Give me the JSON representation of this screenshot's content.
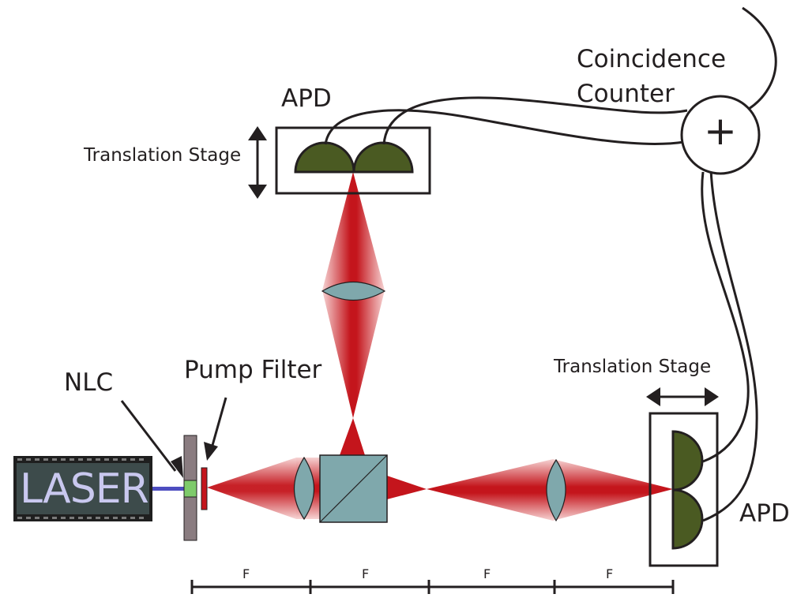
{
  "labels": {
    "coincidence_line1": "Coincidence",
    "coincidence_line2": "Counter",
    "apd_top": "APD",
    "apd_right": "APD",
    "stage_top": "Translation Stage",
    "stage_right": "Translation Stage",
    "nlc": "NLC",
    "pump_filter": "Pump Filter",
    "laser": "LASER",
    "plus": "+"
  },
  "scale": {
    "segments": [
      "F",
      "F",
      "F",
      "F"
    ]
  },
  "colors": {
    "beam_red": "#c4151c",
    "lens_fill": "#7fa8ac",
    "apd_fill": "#4a5a22",
    "laser_body": "#3a4a4a",
    "pump_beam": "#4d4dc0",
    "crystal": "#7ecb6a",
    "mount": "#8a7c80"
  }
}
